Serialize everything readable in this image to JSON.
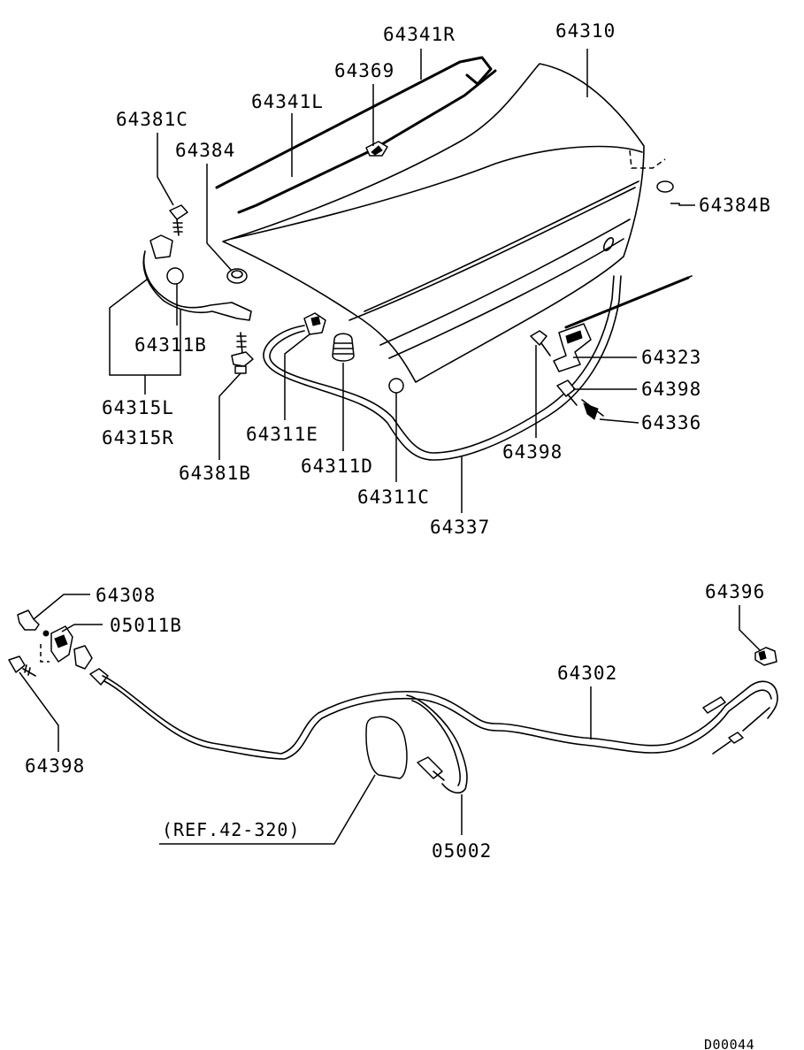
{
  "diagram": {
    "upper_labels": {
      "p64341R": "64341R",
      "p64310": "64310",
      "p64369": "64369",
      "p64341L": "64341L",
      "p64381C": "64381C",
      "p64384": "64384",
      "p64384B": "64384B",
      "p64311B": "64311B",
      "p64315L": "64315L",
      "p64315R": "64315R",
      "p64381B": "64381B",
      "p64311E": "64311E",
      "p64311D": "64311D",
      "p64311C": "64311C",
      "p64337": "64337",
      "p64323": "64323",
      "p64398_a": "64398",
      "p64336": "64336",
      "p64398_b": "64398"
    },
    "lower_labels": {
      "p64308": "64308",
      "p05011B": "05011B",
      "p64398": "64398",
      "p64396": "64396",
      "p64302": "64302",
      "ref": "(REF.42-320)",
      "p05002": "05002"
    },
    "document_id": "D00044"
  }
}
